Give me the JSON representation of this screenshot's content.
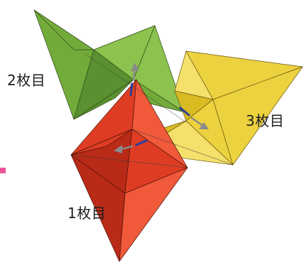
{
  "labels": {
    "piece_2": "2枚目",
    "piece_3": "3枚目",
    "piece_1": "1枚目"
  },
  "colors": {
    "green_light": "#8cc24d",
    "green_mid": "#73ab3b",
    "green_dark": "#5a9030",
    "yellow_light": "#f4e06a",
    "yellow_mid": "#ecd23e",
    "yellow_dark": "#d9bb23",
    "red_light": "#f05a3a",
    "red_mid": "#df3d23",
    "red_dark": "#b92a17",
    "blue_mark": "#2b3f9a",
    "grey_arrow": "#8a8a8a",
    "pink_mark": "#e9559b"
  }
}
